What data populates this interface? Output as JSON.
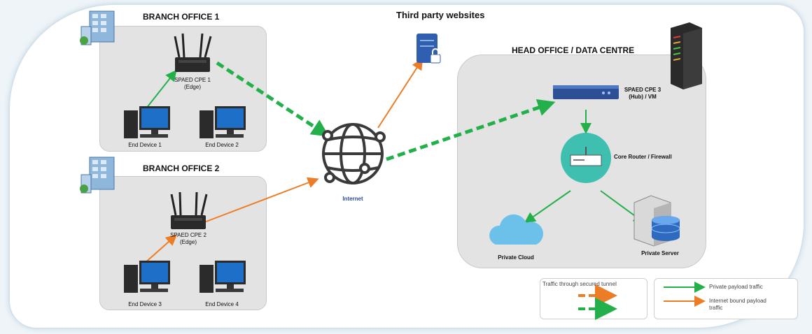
{
  "top_title": "Third party websites",
  "branch1": {
    "title": "BRANCH OFFICE 1",
    "cpe_line1": "SPAED CPE 1",
    "cpe_line2": "(Edge)",
    "device_a": "End Device 1",
    "device_b": "End Device 2"
  },
  "branch2": {
    "title": "BRANCH OFFICE 2",
    "cpe_line1": "SPAED CPE 2",
    "cpe_line2": "(Edge)",
    "device_a": "End Device 3",
    "device_b": "End Device 4"
  },
  "internet_label": "Internet",
  "head": {
    "title": "HEAD OFFICE / DATA CENTRE",
    "hub_line1": "SPAED CPE 3",
    "hub_line2": "(Hub) / VM",
    "router_label": "Core Router / Firewall",
    "cloud_label": "Private Cloud",
    "server_label": "Private Server"
  },
  "legend": {
    "tunnel_title": "Traffic through secured tunnel",
    "private_label": "Private payload traffic",
    "internet_line1": "Internet bound payload",
    "internet_line2": "traffic"
  },
  "colors": {
    "green": "#23b04b",
    "orange": "#ec7d26",
    "hub_blue": "#2c4f95",
    "router_teal": "#3fbfb0",
    "cloud_blue": "#6cc1ea"
  }
}
